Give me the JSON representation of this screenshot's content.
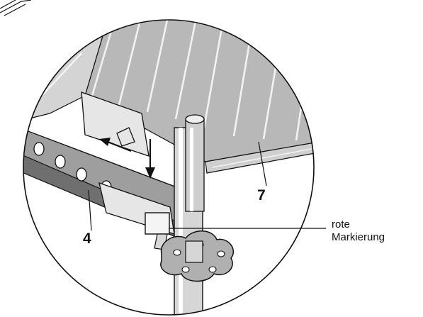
{
  "labels": {
    "part_7": "7",
    "part_4": "4",
    "red_marking_line1": "rote",
    "red_marking_line2": "Markierung"
  },
  "colors": {
    "ink": "#111111",
    "background": "#ffffff"
  }
}
